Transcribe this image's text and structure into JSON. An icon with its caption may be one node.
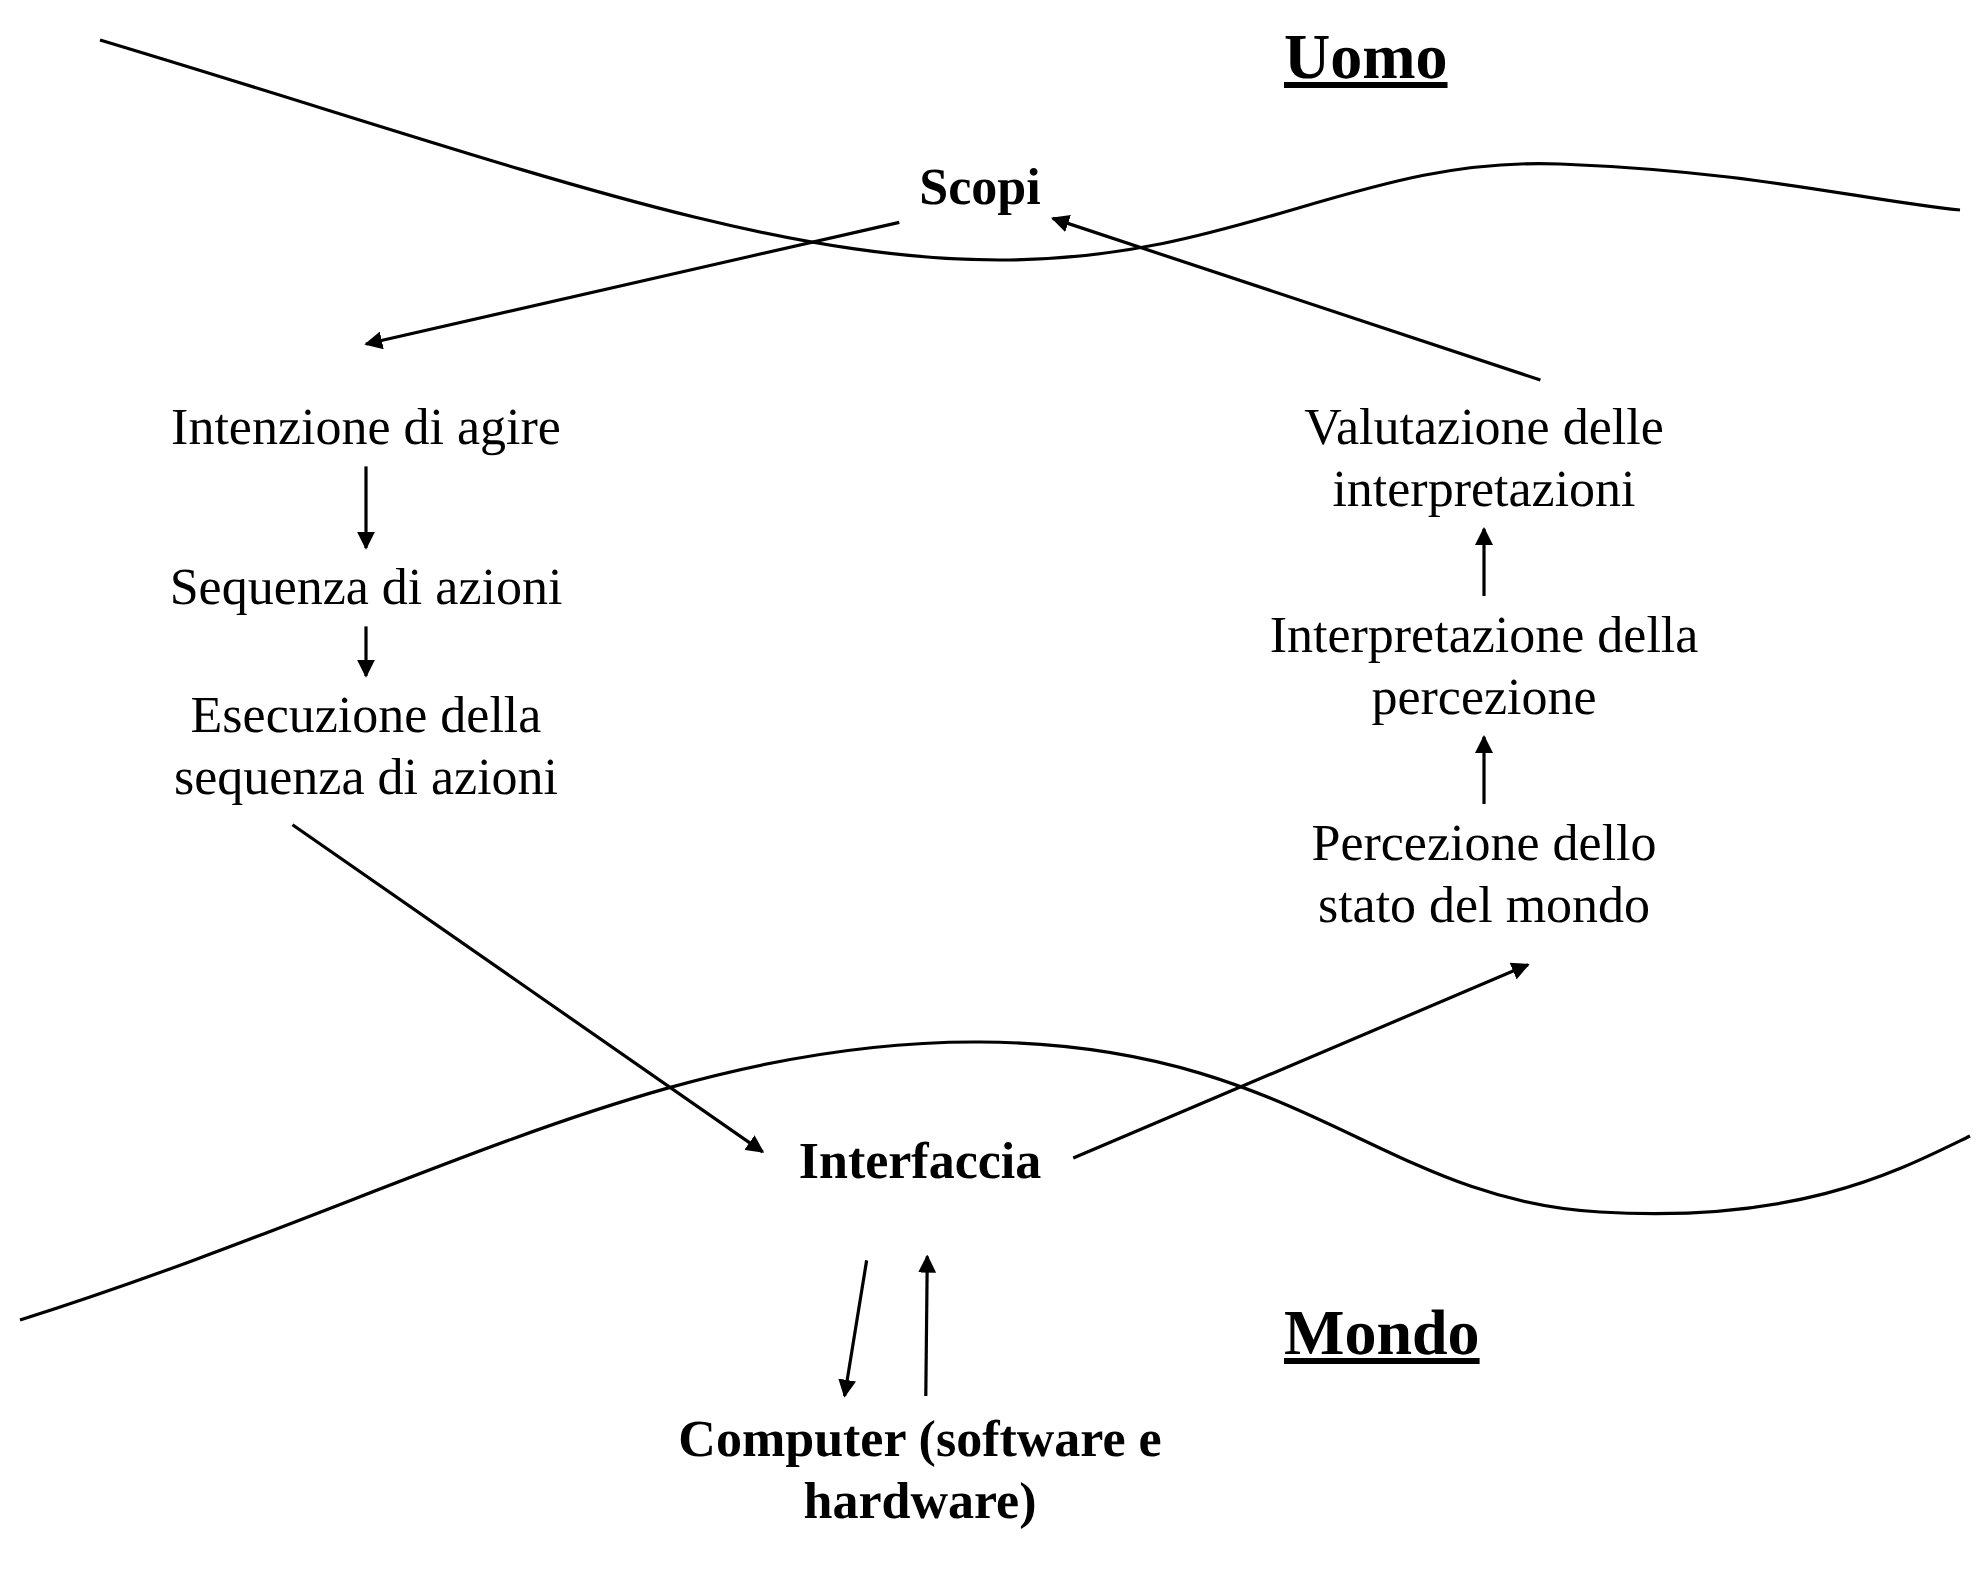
{
  "diagram": {
    "nodes": [
      {
        "text": [
          "Scopi"
        ]
      },
      {
        "text": [
          "Intenzione di agire"
        ]
      },
      {
        "text": [
          "Sequenza di azioni"
        ]
      },
      {
        "text": [
          "Esecuzione della sequenza di azioni"
        ]
      },
      {
        "text": [
          "Valutazione delle interpretazioni"
        ]
      },
      {
        "text": [
          "Interpretazione della percezione"
        ]
      },
      {
        "text": [
          "Percezione dello stato del mondo"
        ]
      },
      {
        "text": [
          "Interfaccia"
        ]
      },
      {
        "text": [
          "Computer (software e hardware)"
        ]
      }
    ],
    "edges": [
      {
        "from": 0,
        "to": 1,
        "arrow": "to"
      },
      {
        "from": 1,
        "to": 2,
        "arrow": "to"
      },
      {
        "from": 2,
        "to": 3,
        "arrow": "to"
      },
      {
        "from": 3,
        "to": 7,
        "arrow": "to"
      },
      {
        "from": 7,
        "to": 6,
        "arrow": "to"
      },
      {
        "from": 6,
        "to": 5,
        "arrow": "to"
      },
      {
        "from": 5,
        "to": 4,
        "arrow": "to"
      },
      {
        "from": 4,
        "to": 0,
        "arrow": "to"
      },
      {
        "from": 7,
        "to": 8,
        "arrow": "to"
      },
      {
        "from": 8,
        "to": 7,
        "arrow": "to"
      }
    ],
    "labels": [
      "Uomo",
      "Mondo"
    ]
  }
}
